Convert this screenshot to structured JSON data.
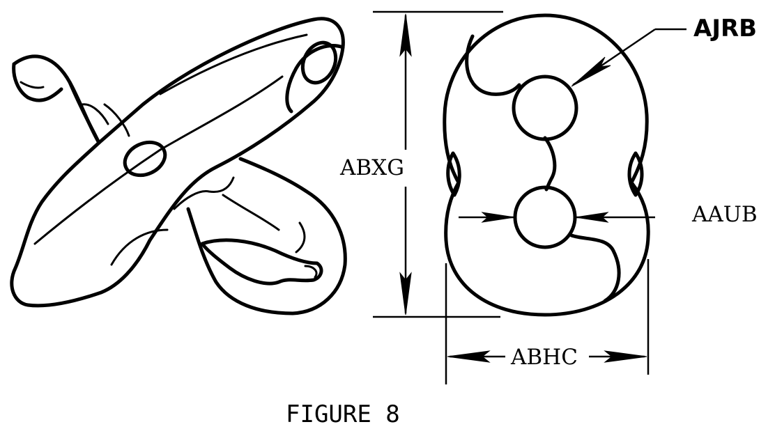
{
  "labels": {
    "top_callout": "AJRB",
    "height_dimension": "ABXG",
    "inner_width_dimension": "AAUB",
    "outer_width_dimension": "ABHC"
  },
  "caption": "FIGURE 8"
}
